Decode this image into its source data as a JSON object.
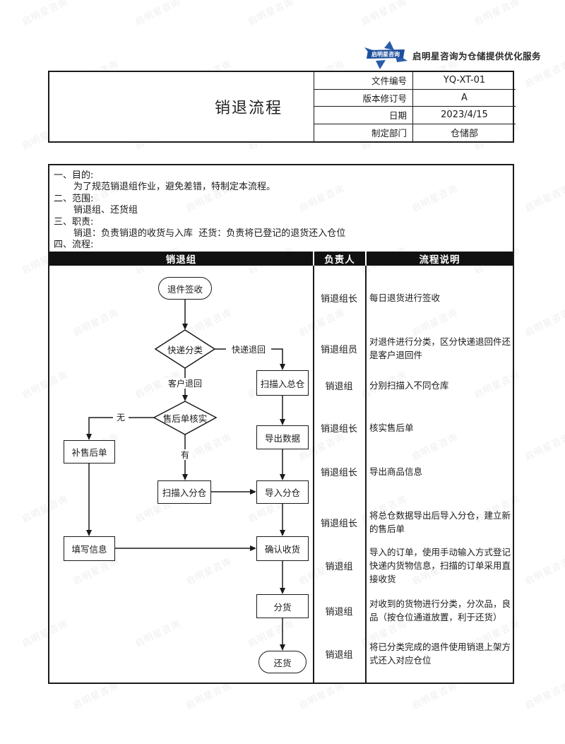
{
  "brand": {
    "logo_text": "启明星咨询",
    "tagline": "启明星咨询为仓储提供优化服务",
    "logo_color": "#2a5caa",
    "banner_color": "#1d4f9c",
    "watermark": "启明星咨询"
  },
  "header": {
    "title": "销退流程",
    "fields": [
      {
        "label": "文件编号",
        "value": "YQ-XT-01"
      },
      {
        "label": "版本修订号",
        "value": "A"
      },
      {
        "label": "日期",
        "value": "2023/4/15"
      },
      {
        "label": "制定部门",
        "value": "仓储部"
      }
    ]
  },
  "intro": {
    "lines": [
      {
        "text": "一、目的:"
      },
      {
        "text": "为了规范销退组作业，避免差错，特制定本流程。"
      },
      {
        "text": "二、范围:"
      },
      {
        "text": "销退组、还货组"
      },
      {
        "text": "三、职责:"
      },
      {
        "text": "销退：负责销退的收货与入库  还货：负责将已登记的退货还入仓位"
      },
      {
        "text": "四、流程:"
      }
    ]
  },
  "table": {
    "headers": [
      "销退组",
      "负责人",
      "流程说明"
    ],
    "rows": [
      {
        "owner": "销退组长",
        "desc": "每日退货进行签收"
      },
      {
        "owner": "销退组员",
        "desc": "对退件进行分类，区分快递退回件还是客户退回件"
      },
      {
        "owner": "销退组",
        "desc": "分别扫描入不同仓库"
      },
      {
        "owner": "销退组长",
        "desc": "核实售后单"
      },
      {
        "owner": "销退组长",
        "desc": "导出商品信息"
      },
      {
        "owner": "销退组长",
        "desc": "将总仓数据导出后导入分仓，建立新的售后单"
      },
      {
        "owner": "销退组",
        "desc": "导入的订单，使用手动输入方式登记快递内货物信息，扫描的订单采用直接收货"
      },
      {
        "owner": "销退组",
        "desc": "对收到的货物进行分类，分次品，良品（按仓位通道放置，利于还货）"
      },
      {
        "owner": "销退组",
        "desc": "将已分类完成的退件使用销退上架方式还入对应仓位"
      }
    ]
  },
  "flowchart": {
    "nodes": [
      {
        "id": "start",
        "type": "stadium",
        "label": "退件签收"
      },
      {
        "id": "express-classify",
        "type": "diamond",
        "label": "快递分类"
      },
      {
        "id": "scan-main-warehouse",
        "type": "rect",
        "label": "扫描入总仓"
      },
      {
        "id": "aftersale-verify",
        "type": "diamond",
        "label": "售后单核实"
      },
      {
        "id": "supplement-aftersale",
        "type": "rect",
        "label": "补售后单"
      },
      {
        "id": "export-data",
        "type": "rect",
        "label": "导出数据"
      },
      {
        "id": "scan-sub-warehouse",
        "type": "rect",
        "label": "扫描入分仓"
      },
      {
        "id": "import-sub-warehouse",
        "type": "rect",
        "label": "导入分仓"
      },
      {
        "id": "fill-info",
        "type": "rect",
        "label": "填写信息"
      },
      {
        "id": "confirm-receipt",
        "type": "rect",
        "label": "确认收货"
      },
      {
        "id": "sort-goods",
        "type": "rect",
        "label": "分货"
      },
      {
        "id": "end",
        "type": "stadium",
        "label": "还货"
      }
    ],
    "edge_labels": {
      "express_return": "快递退回",
      "customer_return": "客户退回",
      "no": "无",
      "yes": "有"
    }
  }
}
